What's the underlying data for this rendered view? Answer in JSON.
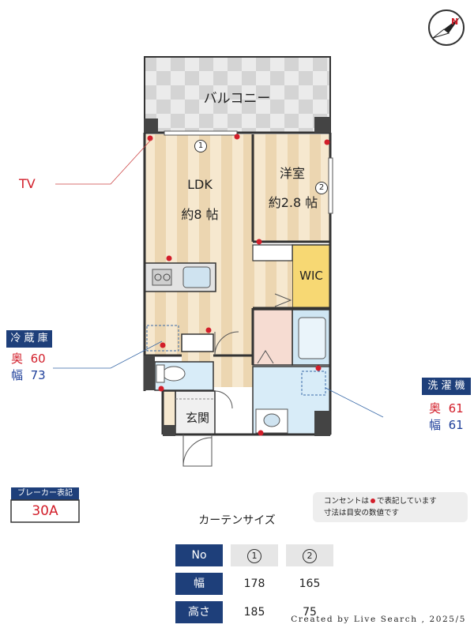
{
  "rooms": {
    "balcony": "バルコニー",
    "ldk_name": "LDK",
    "ldk_size": "約8 帖",
    "western_name": "洋室",
    "western_size": "約2.8 帖",
    "wic": "WIC",
    "entrance": "玄関"
  },
  "window_marks": {
    "w1": "1",
    "w2": "2"
  },
  "tv_label": "TV",
  "fridge": {
    "title": "冷 蔵 庫",
    "depth_label": "奥",
    "depth_value": "60",
    "width_label": "幅",
    "width_value": "73"
  },
  "washer": {
    "title": "洗 濯 機",
    "depth_label": "奥",
    "depth_value": "61",
    "width_label": "幅",
    "width_value": "61"
  },
  "breaker": {
    "title": "ブレーカー表記",
    "value": "30A"
  },
  "notes": {
    "line1_prefix": "コンセントは",
    "line1_suffix": "で表記しています",
    "line2": "寸法は目安の数値です"
  },
  "curtain": {
    "title": "カーテンサイズ",
    "header": "No",
    "col1": "1",
    "col2": "2",
    "row_width_label": "幅",
    "row_width": [
      "178",
      "165"
    ],
    "row_height_label": "高さ",
    "row_height": [
      "185",
      "75"
    ]
  },
  "credit": "Created by Live Search , 2025/5",
  "compass_letter": "N",
  "colors": {
    "navy": "#1e3f7a",
    "outlet_red": "#d21e2a",
    "floor": "#f3e3c6",
    "wic_yellow": "#f7d873"
  }
}
